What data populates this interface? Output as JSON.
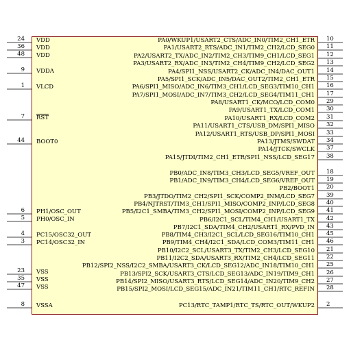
{
  "left_pins": [
    {
      "name": "VDD",
      "number": "24"
    },
    {
      "name": "VDD",
      "number": "36"
    },
    {
      "name": "VDD",
      "number": "48"
    },
    {
      "name": "VDDA",
      "number": "9"
    },
    {
      "name": "VLCD",
      "number": "1"
    },
    {
      "name": "RST",
      "number": "7",
      "overline": true
    },
    {
      "name": "BOOT0",
      "number": "44"
    },
    {
      "name": "PH1/OSC_OUT",
      "number": "6"
    },
    {
      "name": "PH0/OSC_IN",
      "number": "5"
    },
    {
      "name": "PC15/OSC32_OUT",
      "number": "4"
    },
    {
      "name": "PC14/OSC32_IN",
      "number": "3"
    },
    {
      "name": "VSS",
      "number": "23"
    },
    {
      "name": "VSS",
      "number": "35"
    },
    {
      "name": "VSS",
      "number": "47"
    },
    {
      "name": "VSSA",
      "number": "8"
    }
  ],
  "right_pins": [
    {
      "name": "PA0/WKUP1/USART2_CTS/ADC_IN0/TIM2_CH1_ETR",
      "number": "10"
    },
    {
      "name": "PA1/USART2_RTS/ADC_IN1/TIM2_CH2/LCD_SEG0",
      "number": "11"
    },
    {
      "name": "PA2/USART2_TX/ADC_IN2/TIM2_CH3/TIM9_CH1/LCD_SEG1",
      "number": "12"
    },
    {
      "name": "PA3/USART2_RX/ADC_IN3/TIM2_CH4/TIM9_CH2/LCD_SEG2",
      "number": "13"
    },
    {
      "name": "PA4/SPI1_NSS/USART2_CK/ADC_IN4/DAC_OUT1",
      "number": "14"
    },
    {
      "name": "PA5/SPI1_SCK/ADC_IN5/DAC_OUT2/TIM2_CH1_ETR",
      "number": "15"
    },
    {
      "name": "PA6/SPI1_MISO/ADC_IN6/TIM3_CH1/LCD_SEG3/TIM10_CH1",
      "number": "16"
    },
    {
      "name": "PA7/SPI1_MOSI/ADC_IN7/TIM3_CH2/LCD_SEG4/TIM11_CH1",
      "number": "17"
    },
    {
      "name": "PA8/USART1_CK/MCO/LCD_COM0",
      "number": "29"
    },
    {
      "name": "PA9/USART1_TX/LCD_COM1",
      "number": "30"
    },
    {
      "name": "PA10/USART1_RX/LCD_COM2",
      "number": "31"
    },
    {
      "name": "PA11/USART1_CTS/USB_DM/SPI1_MISO",
      "number": "32"
    },
    {
      "name": "PA12/USART1_RTS/USB_DP/SPI1_MOSI",
      "number": "33"
    },
    {
      "name": "PA13/JTMS/SWDAT",
      "number": "34"
    },
    {
      "name": "PA14/JTCK/SWCLK",
      "number": "37"
    },
    {
      "name": "PA15/JTDI/TIM2_CH1_ETR/SPI1_NSS/LCD_SEG17",
      "number": "38"
    },
    {
      "name": "PB0/ADC_IN8/TIM3_CH3/LCD_SEG5/VREF_OUT",
      "number": "18"
    },
    {
      "name": "PB1/ADC_IN9/TIM3_CH4/LCD_SEG6/VREF_OUT",
      "number": "19"
    },
    {
      "name": "PB2/BOOT1",
      "number": "20"
    },
    {
      "name": "PB3/JTDO/TIM2_CH2/SPI1_SCK/COMP2_INM/LCD_SEG7",
      "number": "39"
    },
    {
      "name": "PB4/NJTRST/TIM3_CH1/SPI1_MISO/COMP2_INP/LCD_SEG8",
      "number": "40"
    },
    {
      "name": "PB5/I2C1_SMBA/TIM3_CH2/SPI1_MOSI/COMP2_INP/LCD_SEG9",
      "number": "41"
    },
    {
      "name": "PB6/I2C1_SCL/TIM4_CH1/USART1_TX",
      "number": "42"
    },
    {
      "name": "PB7/I2C1_SDA/TIM4_CH2/USART1_RX/PVD_IN",
      "number": "43"
    },
    {
      "name": "PB8/TIM4_CH3/I2C1_SCL/LCD_SEG16/TIM10_CH1",
      "number": "45"
    },
    {
      "name": "PB9/TIM4_CH4/I2C1_SDA/LCD_COM3/TIM11_CH1",
      "number": "46"
    },
    {
      "name": "PB10/I2C2_SCL/USART3_TX/TIM2_CH3/LCD_SEG10",
      "number": "21"
    },
    {
      "name": "PB11/I2C2_SDA/USART3_RX/TIM2_CH4/LCD_SEG11",
      "number": "22"
    },
    {
      "name": "PB12/SPI2_NSS/I2C2_SMBA/USART3_CK/LCD_SEG12/ADC_IN18/TIM10_CH1",
      "number": "25"
    },
    {
      "name": "PB13/SPI2_SCK/USART3_CTS/LCD_SEG13/ADC_IN19/TIM9_CH1",
      "number": "26"
    },
    {
      "name": "PB14/SPI2_MISO/USART3_RTS/LCD_SEG14/ADC_IN20/TIM9_CH2",
      "number": "27"
    },
    {
      "name": "PB15/SPI2_MOSI/LCD_SEG15/ADC_IN21/TIM11_CH1/RTC_REFIN",
      "number": "28"
    },
    {
      "name": "PC13/RTC_TAMP1/RTC_TS/RTC_OUT/WKUP2",
      "number": "2"
    }
  ],
  "colors": {
    "body_fill": "#ffffcc",
    "body_border": "#8b1a1a",
    "pin_line": "#000000"
  }
}
